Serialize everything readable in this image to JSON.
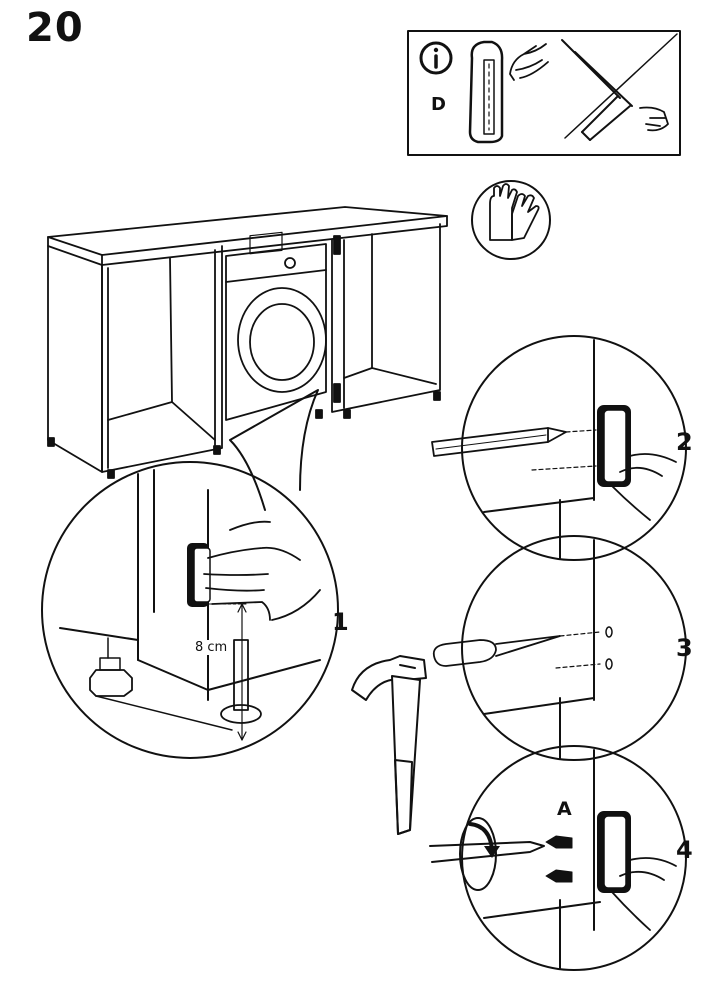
{
  "step_number": "20",
  "info_panel": {
    "icon": "info-icon",
    "part_letter": "D"
  },
  "gloves_icon": "gloves-icon",
  "sub_steps": [
    "1",
    "2",
    "3",
    "4"
  ],
  "measurement": "8 cm",
  "screw_label": "A"
}
